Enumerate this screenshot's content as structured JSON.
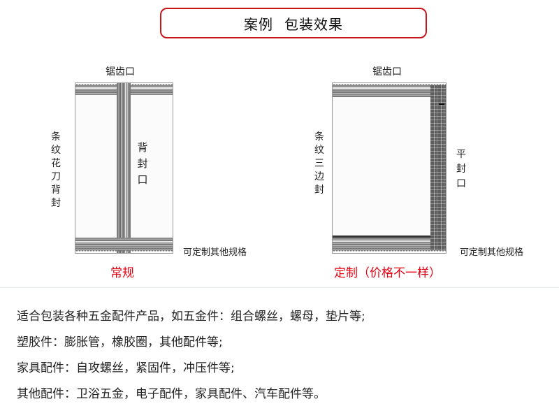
{
  "header": {
    "title_part1": "案例",
    "title_part2": "包装效果",
    "border_color": "#c8161d"
  },
  "bag_standard": {
    "top_label": "锯齿口",
    "left_label": "条纹花刀背封",
    "center_label": "背封口",
    "side_note": "可定制其他规格",
    "caption": "常规"
  },
  "bag_custom": {
    "top_label": "锯齿口",
    "left_label": "条纹三边封",
    "right_label": "平封口",
    "side_note": "可定制其他规格",
    "caption": "定制（价格不一样）"
  },
  "caption_color": "#e60012",
  "description": {
    "lines": [
      "适合包装各种五金配件产品，如五金件：组合螺丝，螺母，垫片等;",
      "塑胶件：膨胀管，橡胶圈，其他配件等;",
      "家具配件：自攻螺丝，紧固件，冲压件等;",
      "其他配件：卫浴五金，电子配件，家具配件、汽车配件等。"
    ]
  }
}
